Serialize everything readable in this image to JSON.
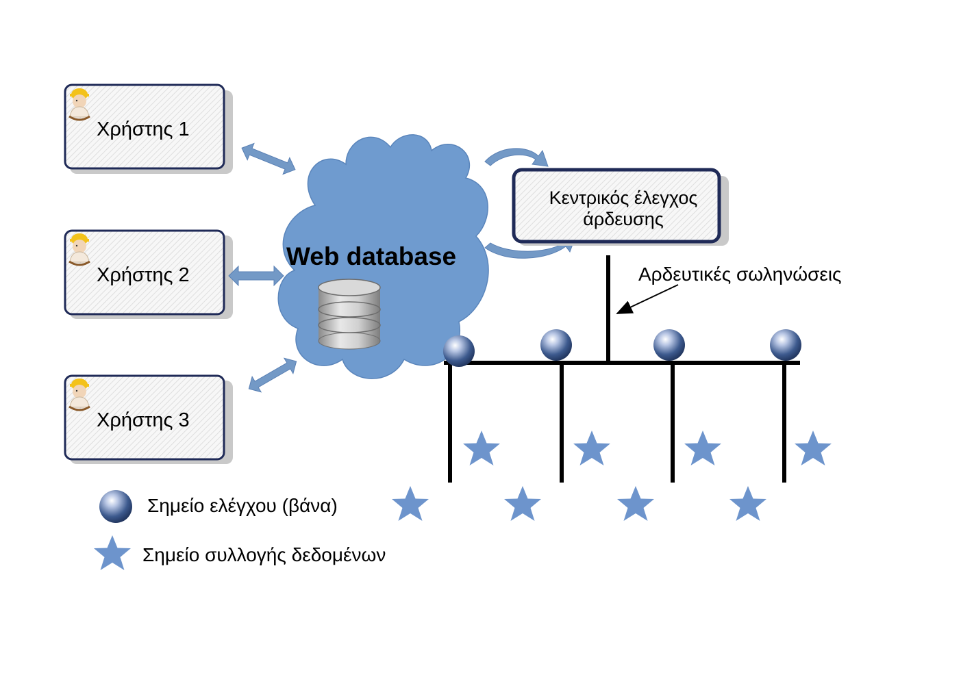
{
  "users": [
    {
      "label": "Χρήστης 1"
    },
    {
      "label": "Χρήστης 2"
    },
    {
      "label": "Χρήστης 3"
    }
  ],
  "cloud": {
    "title": "Web database",
    "icon": "database-icon"
  },
  "controller": {
    "line1": "Κεντρικός έλεγχος",
    "line2": "άρδευσης"
  },
  "pipes": {
    "label": "Αρδευτικές σωληνώσεις"
  },
  "legend": {
    "valve_label": "Σημείο ελέγχου (βάνα)",
    "sensor_label": "Σημείο συλλογής δεδομένων"
  },
  "colors": {
    "accent_blue": "#7399c6",
    "box_border": "#1f2a57",
    "box_fill": "#f4f4f4",
    "cloud_fill": "#6f9bcf",
    "pipe": "#000000"
  }
}
